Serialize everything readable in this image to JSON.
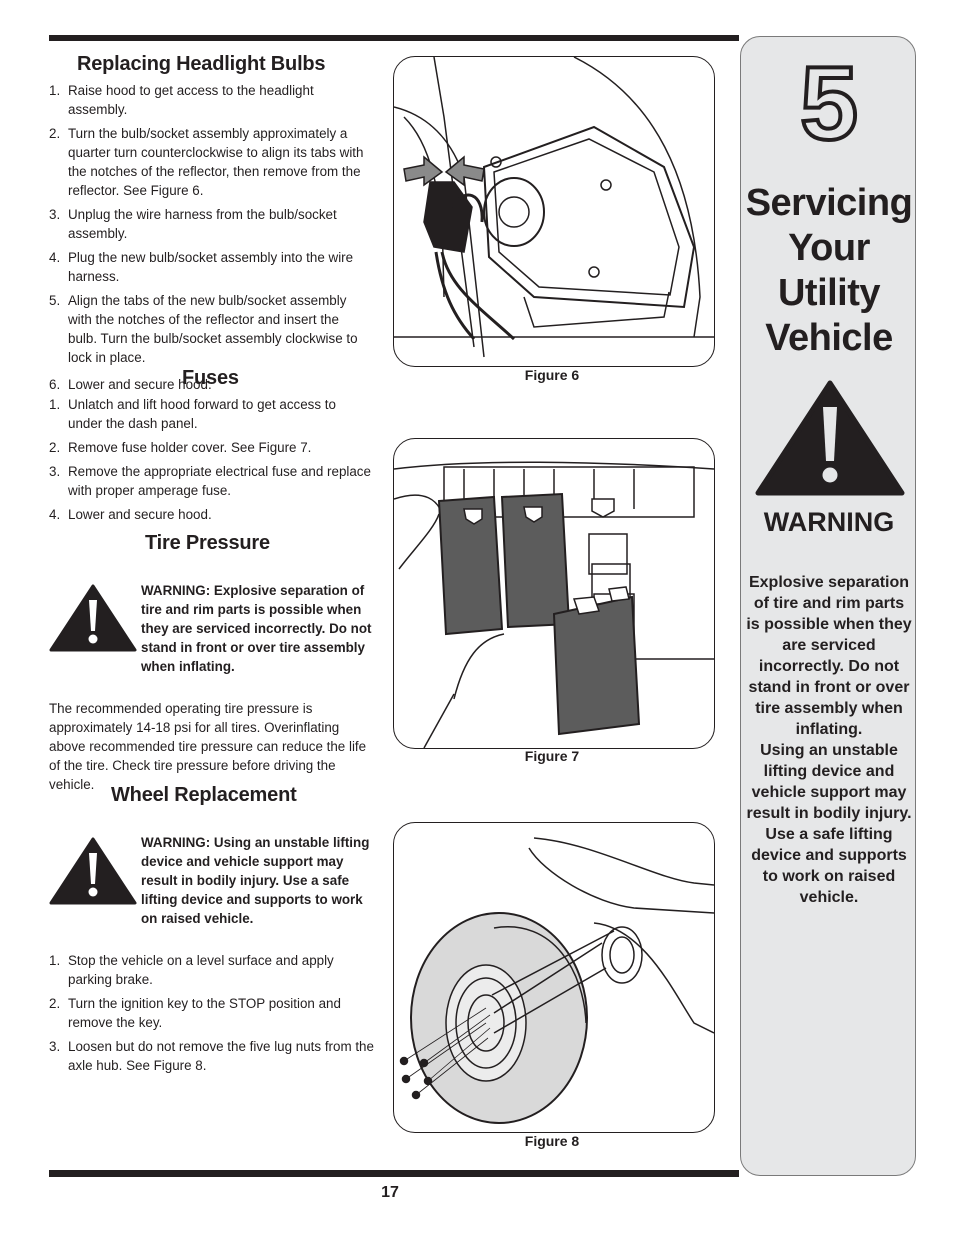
{
  "headlight": {
    "title": "Replacing Headlight Bulbs",
    "steps": [
      {
        "n": "1.",
        "text": "Raise hood to get access to the headlight assembly."
      },
      {
        "n": "2.",
        "text": "Turn the bulb/socket assembly approximately a quarter turn counterclockwise to align its tabs with the notches of the reflector, then remove from the reflector. See Figure 6."
      },
      {
        "n": "3.",
        "text": "Unplug the wire harness from the bulb/socket assembly."
      },
      {
        "n": "4.",
        "text": "Plug the new bulb/socket assembly into the wire harness."
      },
      {
        "n": "5.",
        "text": "Align the tabs of the new bulb/socket assembly with the notches of the reflector and insert the bulb. Turn the bulb/socket assembly clockwise to lock in place."
      },
      {
        "n": "6.",
        "text": "Lower and secure hood."
      }
    ]
  },
  "fuses": {
    "title": "Fuses",
    "steps": [
      {
        "n": "1.",
        "text": "Unlatch and lift hood forward to get access to under the dash panel."
      },
      {
        "n": "2.",
        "text": "Remove fuse holder cover. See Figure 7."
      },
      {
        "n": "3.",
        "text": "Remove the appropriate electrical fuse and replace with proper amperage fuse."
      },
      {
        "n": "4.",
        "text": "Lower and secure hood."
      }
    ]
  },
  "tire": {
    "title": "Tire Pressure",
    "warning": "WARNING: Explosive separation of tire and rim parts is possible when they are serviced incorrectly. Do not stand in front or over tire assembly when inflating.",
    "body": "The recommended operating tire pressure is approximately 14-18 psi for all tires. Overinflating above recommended tire pressure can reduce the life of the tire. Check tire pressure before driving the vehicle."
  },
  "wheel": {
    "title": "Wheel Replacement",
    "warning": "WARNING: Using an unstable lifting device and vehicle support may result in bodily injury. Use a safe lifting device and supports to work on raised vehicle.",
    "steps": [
      {
        "n": "1.",
        "text": "Stop the vehicle on a level surface and apply parking brake."
      },
      {
        "n": "2.",
        "text": "Turn the ignition key to the STOP position and remove the key."
      },
      {
        "n": "3.",
        "text": "Loosen but do not remove the five lug nuts from the axle hub. See Figure 8."
      }
    ]
  },
  "figures": {
    "fig6": "Figure 6",
    "fig7": "Figure 7",
    "fig8": "Figure 8"
  },
  "sidebar": {
    "chapter_number": "5",
    "chapter_title_lines": [
      "Servicing",
      "Your",
      "Utility",
      "Vehicle"
    ],
    "warning_heading": "WARNING",
    "warning_text_1": "Explosive separation of tire and rim parts is possible when they are serviced incorrectly. Do not stand in front or over tire assembly when inflating.",
    "warning_text_2": "Using an unstable lifting device and vehicle support may result in bodily injury. Use a safe lifting device and supports to work on raised vehicle."
  },
  "page_number": "17",
  "colors": {
    "ink": "#231f20",
    "tab_fill": "#e6e7e8",
    "fuse_fill": "#5c5c5c"
  }
}
